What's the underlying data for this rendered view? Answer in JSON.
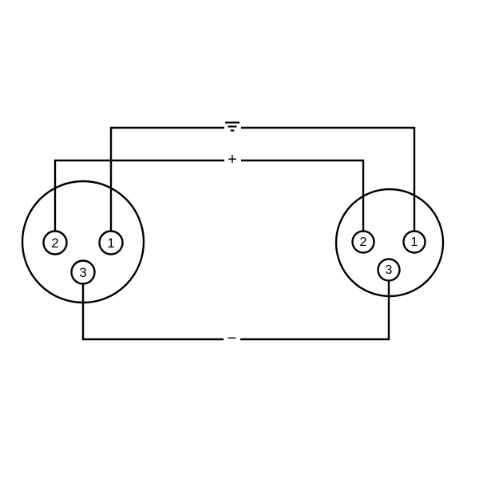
{
  "diagram": {
    "left_connector": {
      "pins": {
        "pin1": "1",
        "pin2": "2",
        "pin3": "3"
      }
    },
    "right_connector": {
      "pins": {
        "pin1": "1",
        "pin2": "2",
        "pin3": "3"
      }
    },
    "symbols": {
      "plus": "+",
      "minus": "−",
      "ground_icon": "earth-ground-icon"
    },
    "colors": {
      "line": "#000000",
      "background": "#ffffff"
    }
  }
}
